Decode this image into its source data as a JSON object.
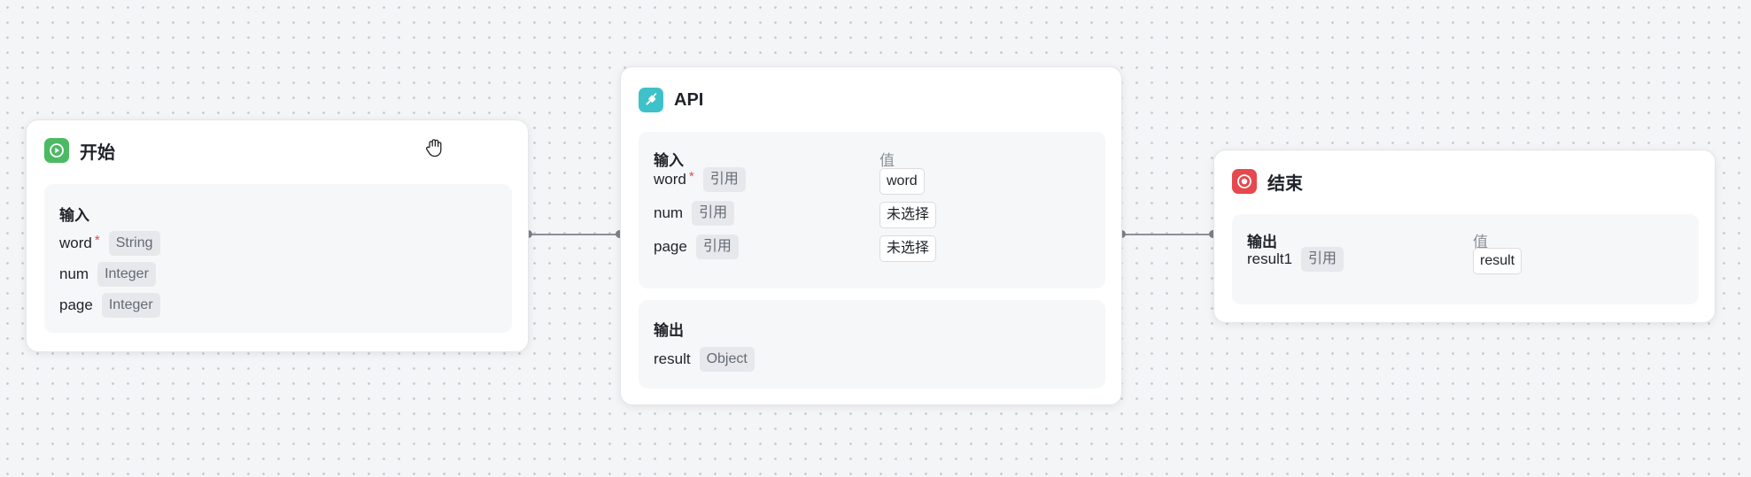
{
  "nodes": {
    "start": {
      "title": "开始",
      "icon": "play-icon",
      "icon_color": "#4cb963",
      "input_label": "输入",
      "inputs": [
        {
          "name": "word",
          "required": true,
          "type": "String"
        },
        {
          "name": "num",
          "required": false,
          "type": "Integer"
        },
        {
          "name": "page",
          "required": false,
          "type": "Integer"
        }
      ]
    },
    "api": {
      "title": "API",
      "icon": "api-plugin-icon",
      "icon_color": "#3fc1c9",
      "input_label": "输入",
      "value_label": "值",
      "inputs": [
        {
          "name": "word",
          "required": true,
          "mode": "引用",
          "value": "word"
        },
        {
          "name": "num",
          "required": false,
          "mode": "引用",
          "value": "未选择"
        },
        {
          "name": "page",
          "required": false,
          "mode": "引用",
          "value": "未选择"
        }
      ],
      "output_label": "输出",
      "outputs": [
        {
          "name": "result",
          "type": "Object"
        }
      ]
    },
    "end": {
      "title": "结束",
      "icon": "stop-icon",
      "icon_color": "#e5484d",
      "output_label": "输出",
      "value_label": "值",
      "outputs": [
        {
          "name": "result1",
          "mode": "引用",
          "value": "result"
        }
      ]
    }
  },
  "cursor": {
    "icon": "grab-hand-icon"
  },
  "required_marker": "*"
}
